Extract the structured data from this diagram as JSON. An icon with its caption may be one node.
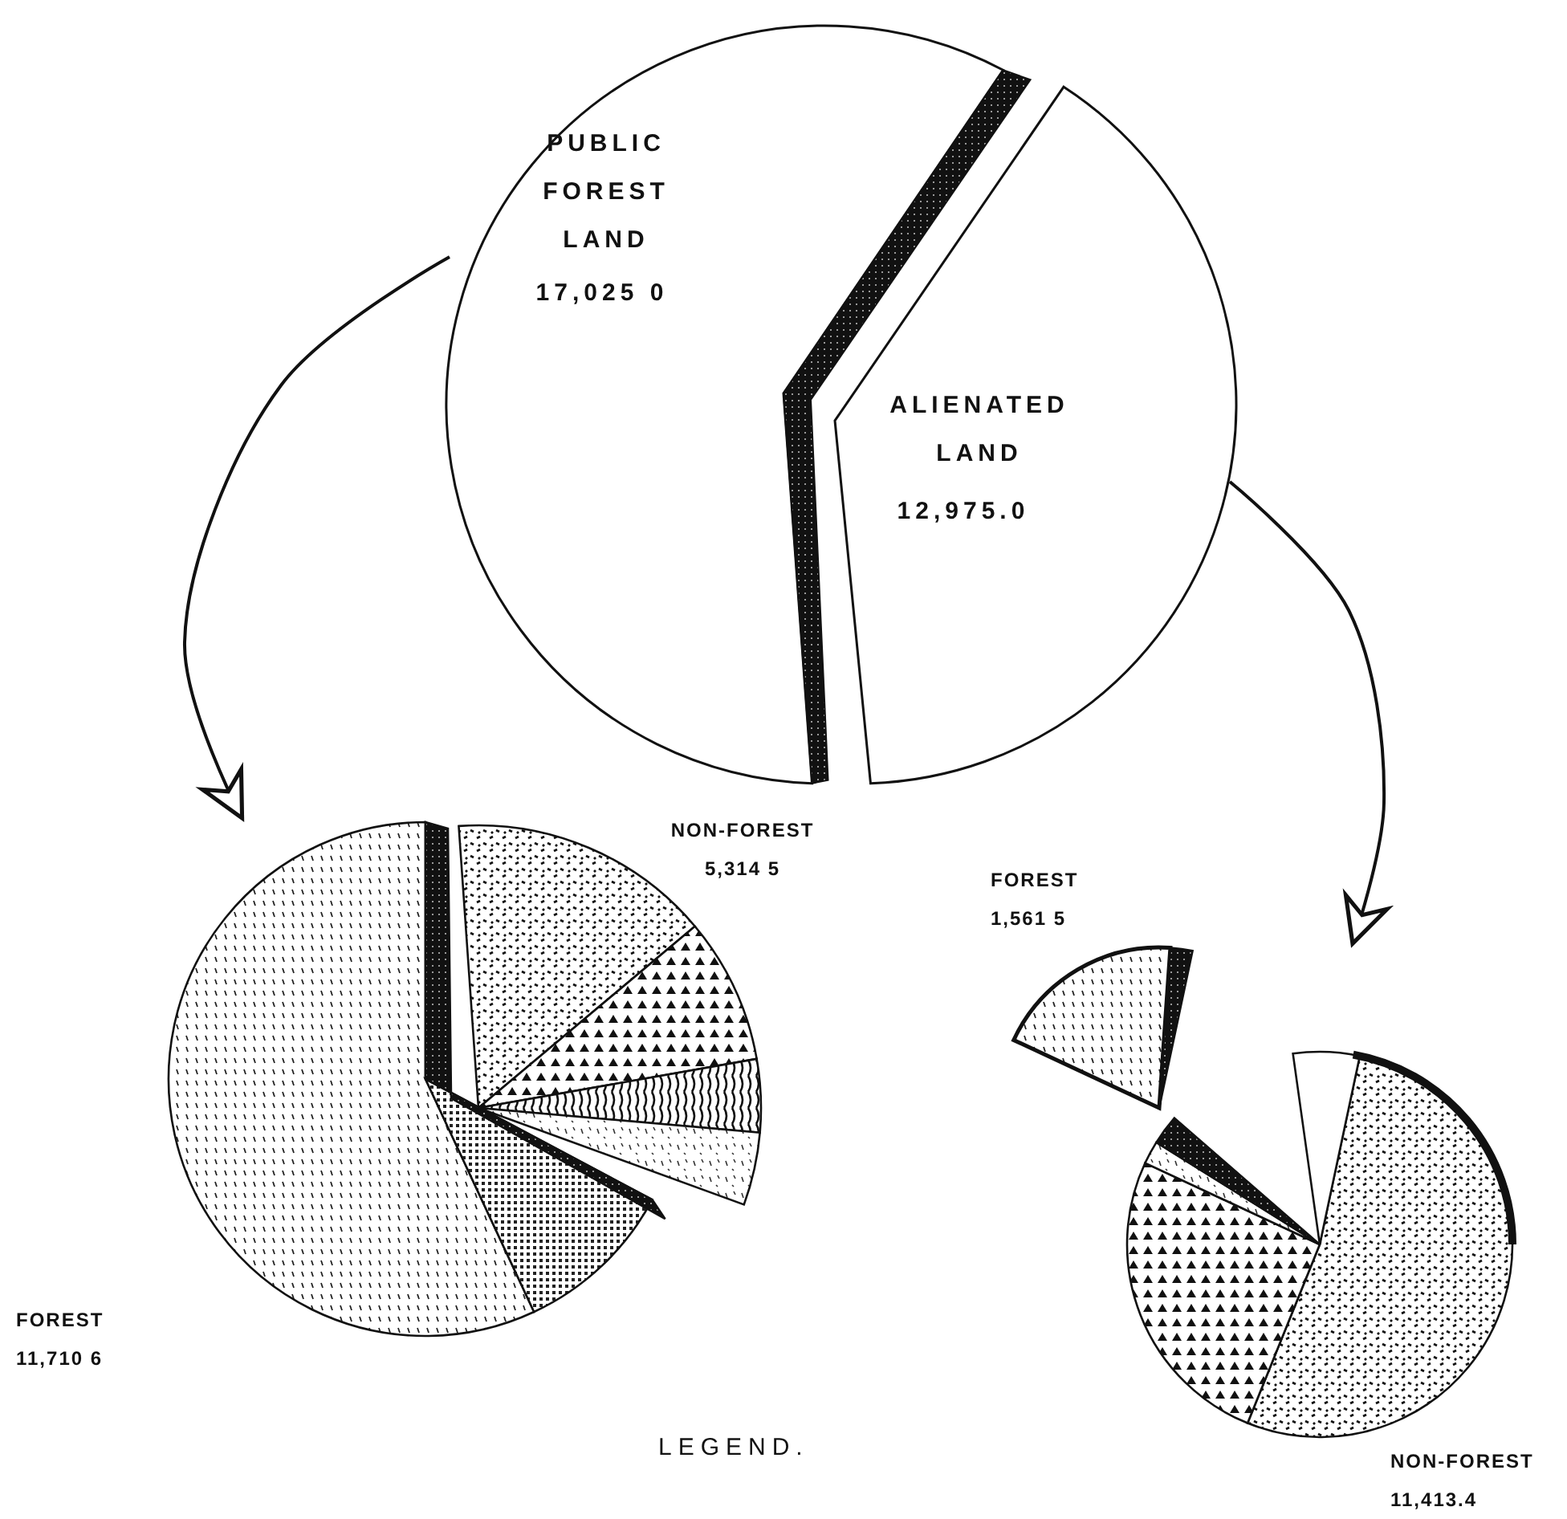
{
  "diagram": {
    "nodes": [
      {
        "text": [
          "PUBLIC FOREST LAND",
          "17,025 0"
        ]
      },
      {
        "text": [
          "ALIENATED LAND",
          "12,975.0"
        ]
      },
      {
        "text": [],
        "shape": "circle",
        "beside": [
          "NON-FOREST 5,314 5",
          "FOREST 11,710 6"
        ]
      },
      {
        "text": [],
        "shape": "circle",
        "beside": [
          "FOREST 1,561 5",
          "NON-FOREST 11,413.4"
        ]
      }
    ],
    "edges": [
      {
        "from": 0,
        "to": 2,
        "arrow": "to"
      },
      {
        "from": 1,
        "to": 3,
        "arrow": "to"
      }
    ],
    "labels": [
      "LEGEND."
    ]
  }
}
